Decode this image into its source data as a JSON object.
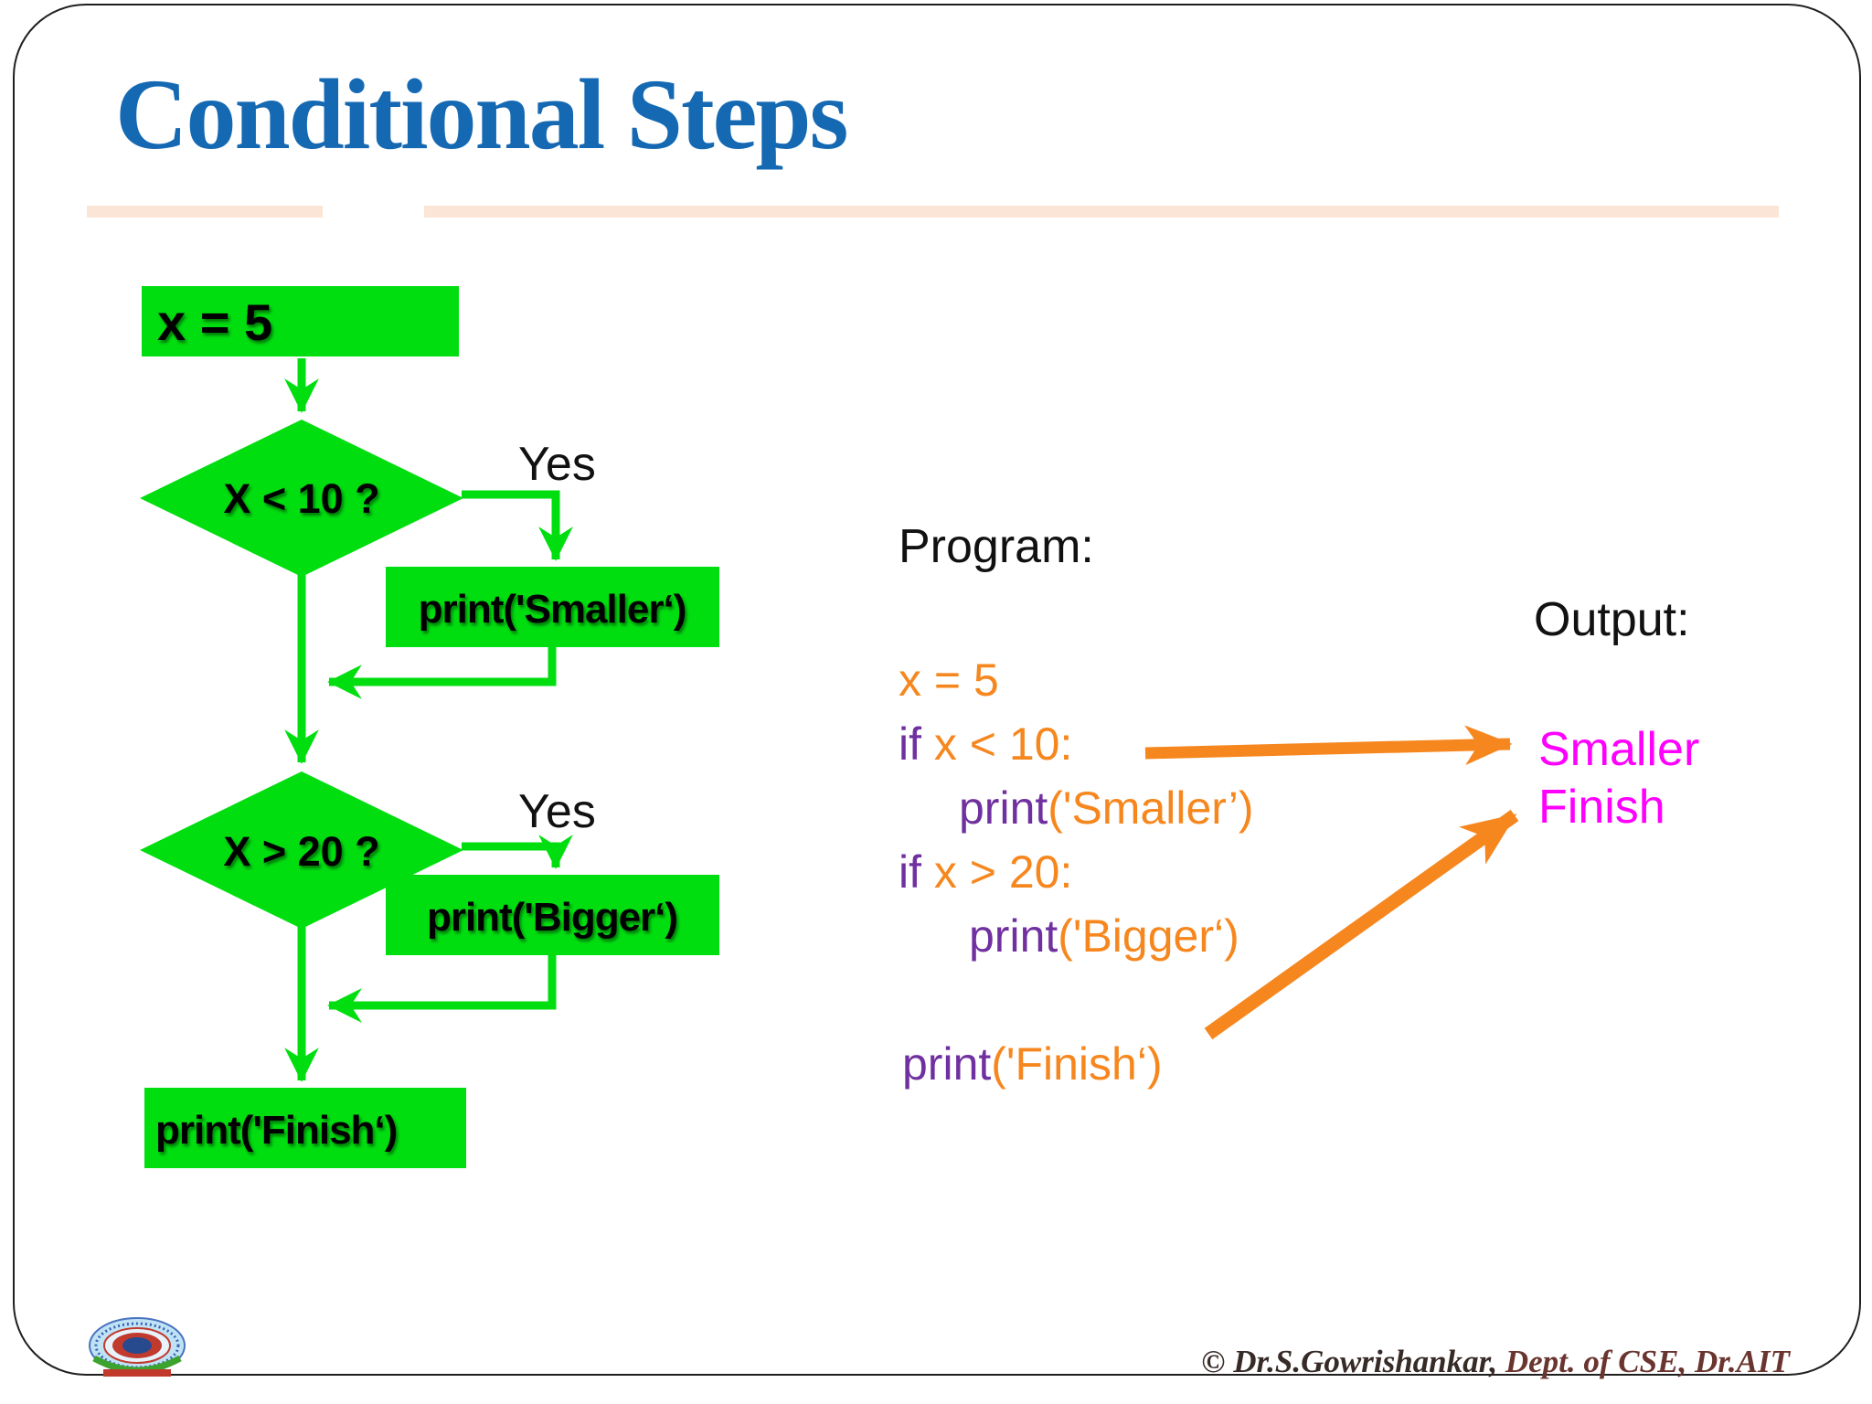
{
  "slide": {
    "title": "Conditional Steps",
    "footer": {
      "copyright": "© Dr.S.Gowrishankar,",
      "dept": " Dept. of CSE, Dr.AIT"
    }
  },
  "colors": {
    "green": "#00DE10",
    "orange": "#F6871F",
    "purple": "#7030A0",
    "magenta": "#FF00FF",
    "blue": "#1569B3",
    "peach": "#FBE5D6",
    "maroon": "#6A352F",
    "footer-dark": "#372B27"
  },
  "flowchart": {
    "start_box": "x = 5",
    "decision1": "X < 10 ?",
    "yes1": "Yes",
    "smaller_box": "print('Smaller‘)",
    "decision2": "X > 20 ?",
    "yes2": "Yes",
    "bigger_box": "print('Bigger‘)",
    "finish_box": "print('Finish‘)"
  },
  "program": {
    "heading": "Program:",
    "line1": {
      "t1": "x = 5"
    },
    "line2": {
      "t1": "if",
      "t2": " x < 10:"
    },
    "line3": {
      "t1": "print",
      "t2": "('Smaller’)"
    },
    "line4": {
      "t1": "if",
      "t2": " x > 20:"
    },
    "line5": {
      "t1": "print",
      "t2": "('Bigger‘)"
    },
    "line6": {
      "t1": "print",
      "t2": "('Finish‘)"
    }
  },
  "output": {
    "heading": "Output:",
    "line1": "Smaller",
    "line2": "Finish"
  }
}
